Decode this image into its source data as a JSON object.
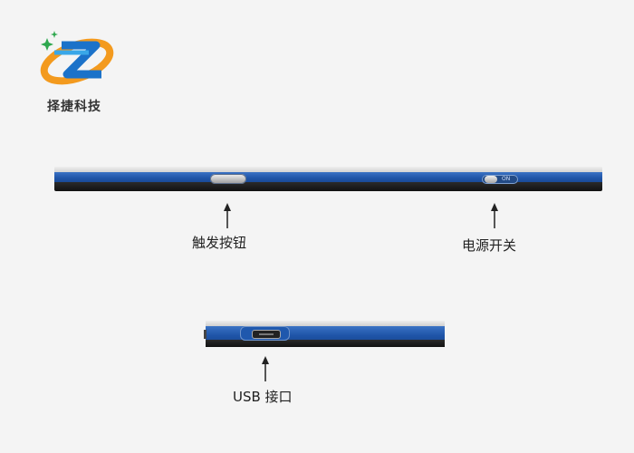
{
  "logo": {
    "brand_name": "择捷科技"
  },
  "device_top": {
    "trigger_label": "触发按钮",
    "power_label": "电源开关",
    "switch_text": "ON"
  },
  "device_bottom": {
    "usb_label": "USB 接口"
  },
  "colors": {
    "device_blue": "#1f55a8",
    "device_grey": "#d8d8d8",
    "device_black": "#141414",
    "background": "#f4f4f4"
  }
}
